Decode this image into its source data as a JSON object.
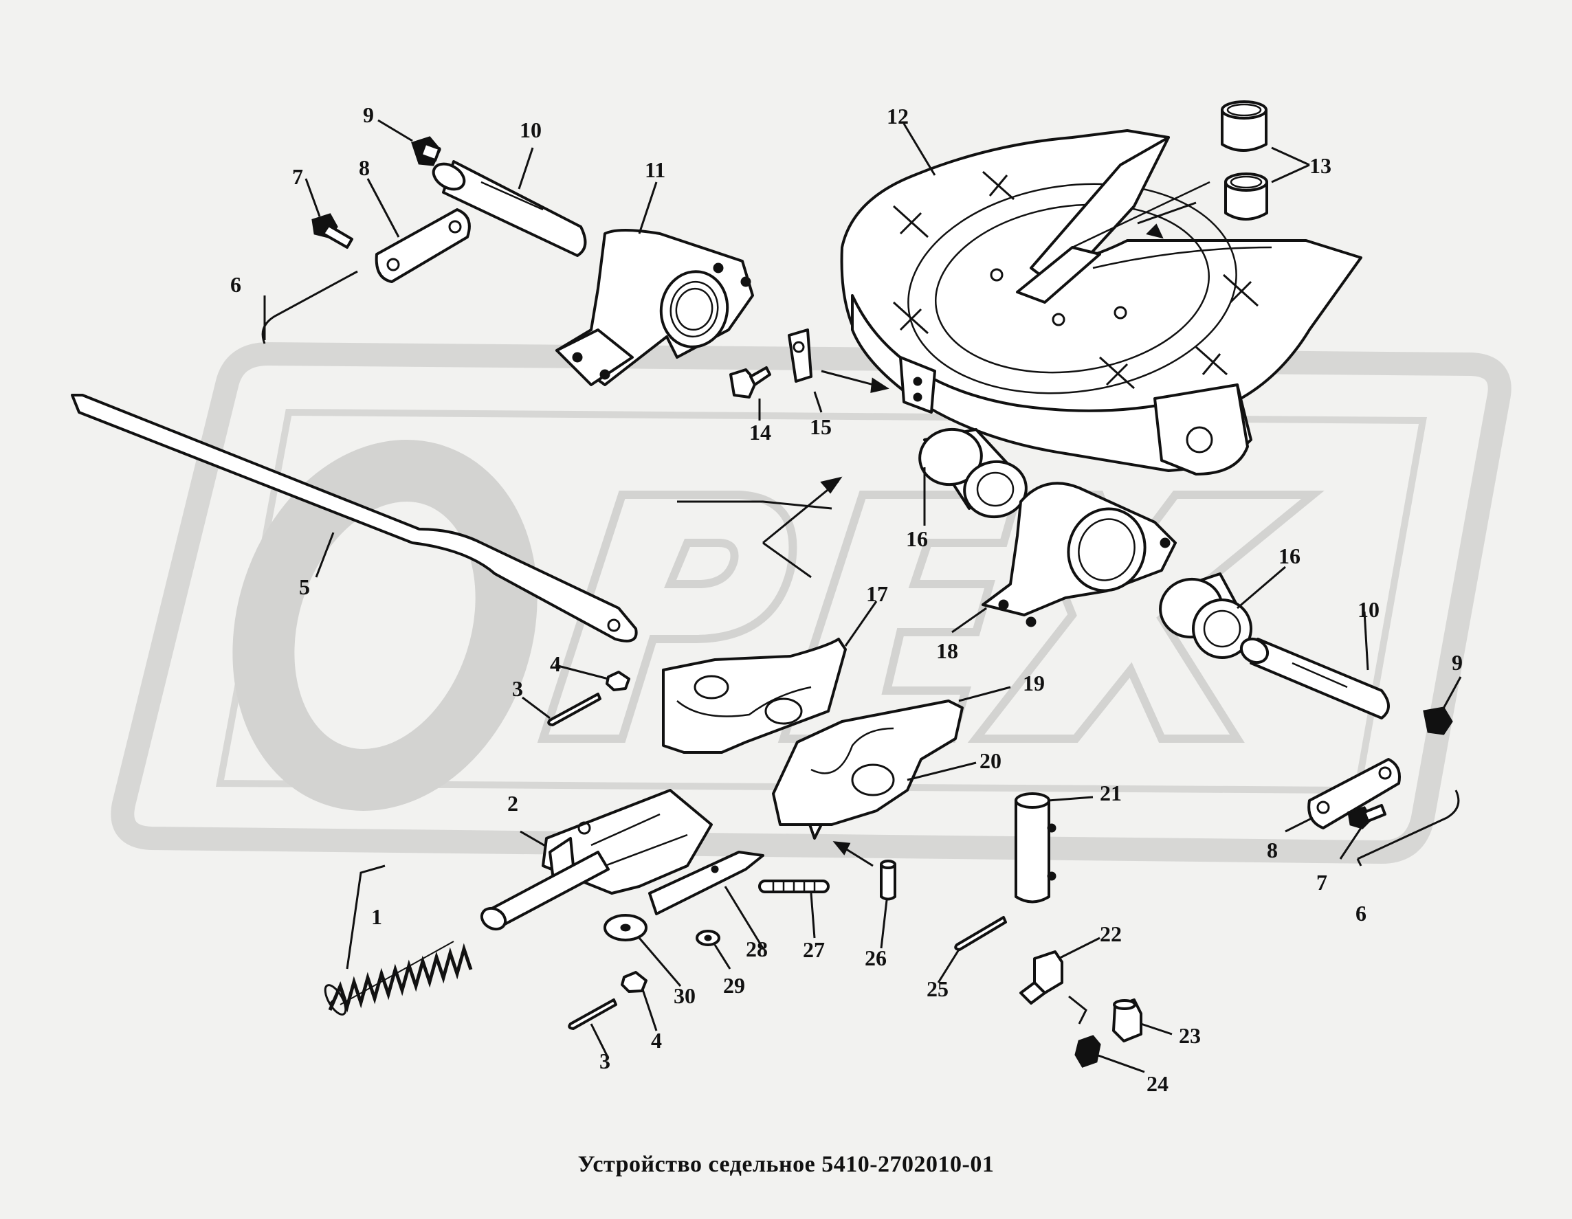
{
  "caption": "Устройство седельное 5410-2702010-01",
  "watermark": {
    "text": "OPEX",
    "color": "#dcdcda"
  },
  "callouts": [
    {
      "id": "c1",
      "text": "1"
    },
    {
      "id": "c2",
      "text": "2"
    },
    {
      "id": "c3a",
      "text": "3"
    },
    {
      "id": "c3b",
      "text": "3"
    },
    {
      "id": "c4a",
      "text": "4"
    },
    {
      "id": "c4b",
      "text": "4"
    },
    {
      "id": "c5",
      "text": "5"
    },
    {
      "id": "c6a",
      "text": "6"
    },
    {
      "id": "c6b",
      "text": "6"
    },
    {
      "id": "c7a",
      "text": "7"
    },
    {
      "id": "c7b",
      "text": "7"
    },
    {
      "id": "c8a",
      "text": "8"
    },
    {
      "id": "c8b",
      "text": "8"
    },
    {
      "id": "c9a",
      "text": "9"
    },
    {
      "id": "c9b",
      "text": "9"
    },
    {
      "id": "c10a",
      "text": "10"
    },
    {
      "id": "c10b",
      "text": "10"
    },
    {
      "id": "c11",
      "text": "11"
    },
    {
      "id": "c12",
      "text": "12"
    },
    {
      "id": "c13",
      "text": "13"
    },
    {
      "id": "c14",
      "text": "14"
    },
    {
      "id": "c15",
      "text": "15"
    },
    {
      "id": "c16a",
      "text": "16"
    },
    {
      "id": "c16b",
      "text": "16"
    },
    {
      "id": "c17",
      "text": "17"
    },
    {
      "id": "c18",
      "text": "18"
    },
    {
      "id": "c19",
      "text": "19"
    },
    {
      "id": "c20",
      "text": "20"
    },
    {
      "id": "c21",
      "text": "21"
    },
    {
      "id": "c22",
      "text": "22"
    },
    {
      "id": "c23",
      "text": "23"
    },
    {
      "id": "c24",
      "text": "24"
    },
    {
      "id": "c25",
      "text": "25"
    },
    {
      "id": "c26",
      "text": "26"
    },
    {
      "id": "c27",
      "text": "27"
    },
    {
      "id": "c28",
      "text": "28"
    },
    {
      "id": "c29",
      "text": "29"
    },
    {
      "id": "c30",
      "text": "30"
    }
  ]
}
